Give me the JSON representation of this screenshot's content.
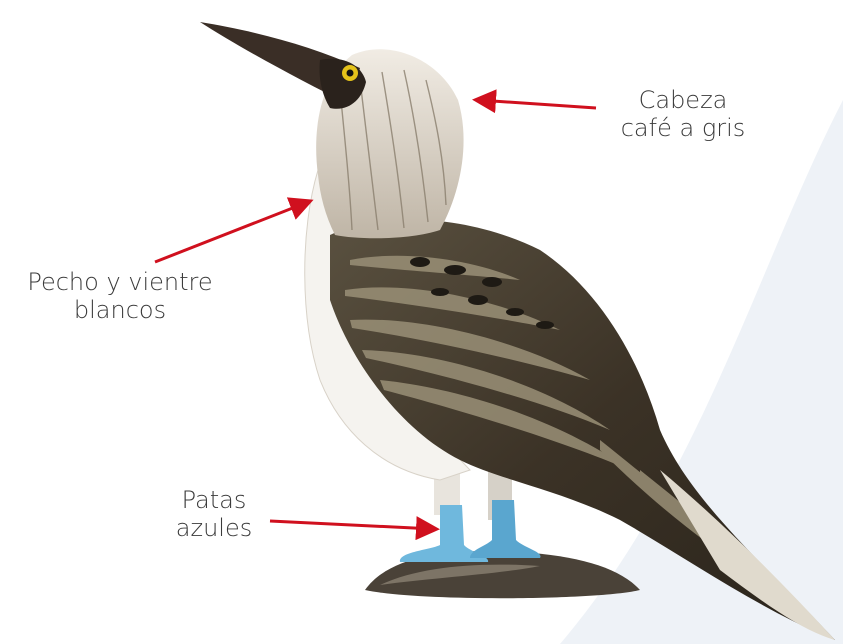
{
  "labels": {
    "head": {
      "line1": "Cabeza",
      "line2": "café a gris"
    },
    "chest": {
      "line1": "Pecho y vientre",
      "line2": "blancos"
    },
    "feet": {
      "line1": "Patas",
      "line2": "azules"
    }
  },
  "colors": {
    "arrow": "#d0101e",
    "text": "#3a3a3a",
    "plumage_dark": "#3b3226",
    "plumage_light": "#e9e4dc",
    "wing_pattern": "#8a8068",
    "feet": "#6fb8dd",
    "eye": "#e4c21a",
    "background_wave": "#eef2f7"
  },
  "icons": {
    "bird": "blue-footed-booby-illustration"
  }
}
